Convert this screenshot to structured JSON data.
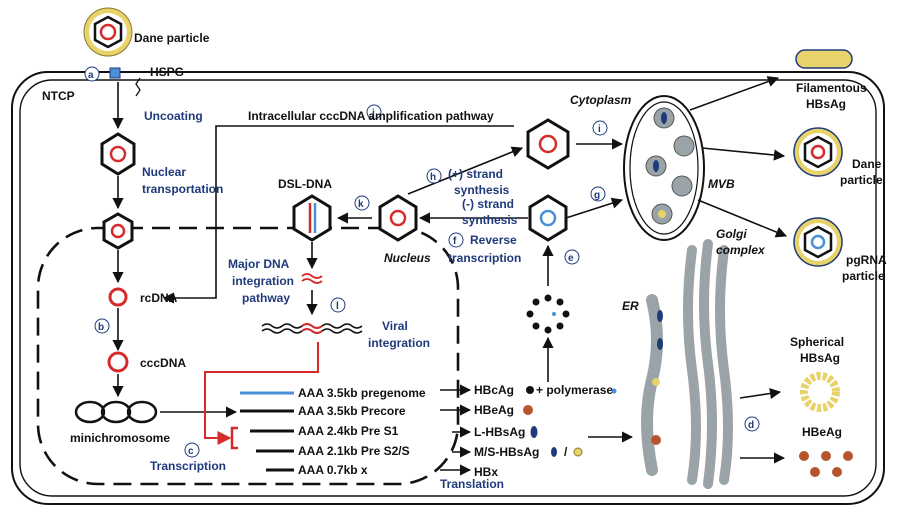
{
  "labels": {
    "dane_particle_top": "Dane particle",
    "hspg": "HSPG",
    "ntcp": "NTCP",
    "uncoating": "Uncoating",
    "nuclear_transportation_1": "Nuclear",
    "nuclear_transportation_2": "transportation",
    "intracellular_pathway": "Intracellular cccDNA amplification pathway",
    "cytoplasm": "Cytoplasm",
    "dsl_dna": "DSL-DNA",
    "plus_strand_1": "(+) strand",
    "plus_strand_2": "synthesis",
    "minus_strand_1": "(-) strand",
    "minus_strand_2": "synthesis",
    "reverse_transcription_1": "Reverse",
    "reverse_transcription_2": "transcription",
    "nucleus": "Nucleus",
    "mvb": "MVB",
    "golgi_1": "Golgi",
    "golgi_2": "complex",
    "er": "ER",
    "filamentous_1": "Filamentous",
    "filamentous_2": "HBsAg",
    "dane_particle_right_1": "Dane",
    "dane_particle_right_2": "particle",
    "pgrna_1": "pgRNA",
    "pgrna_2": "particle",
    "spherical_1": "Spherical",
    "spherical_2": "HBsAg",
    "hbeag_right": "HBeAg",
    "rcdna": "rcDNA",
    "cccdna": "cccDNA",
    "minichromosome": "minichromosome",
    "major_integration_1": "Major DNA",
    "major_integration_2": "integration",
    "major_integration_3": "pathway",
    "viral_integration_1": "Viral",
    "viral_integration_2": "integration",
    "transcription": "Transcription",
    "translation": "Translation"
  },
  "transcripts": [
    "AAA 3.5kb pregenome",
    "AAA 3.5kb Precore",
    "AAA 2.4kb Pre S1",
    "AAA 2.1kb Pre S2/S",
    "AAA 0.7kb x"
  ],
  "products": [
    "HBcAg",
    "+ polymerase",
    "HBeAg",
    "L-HBsAg",
    "M/S-HBsAg",
    "/",
    "HBx"
  ],
  "steps": [
    "a",
    "b",
    "c",
    "d",
    "e",
    "f",
    "g",
    "h",
    "i",
    "j",
    "k",
    "l"
  ],
  "colors": {
    "rna_blue": "#4b8fd6",
    "dna_red": "#d62b2b",
    "text_blue": "#1f3a7a",
    "hbs_yellow": "#e8d36a",
    "hbe_brown": "#b8542c",
    "organelle_gray": "#9aa3a8"
  }
}
